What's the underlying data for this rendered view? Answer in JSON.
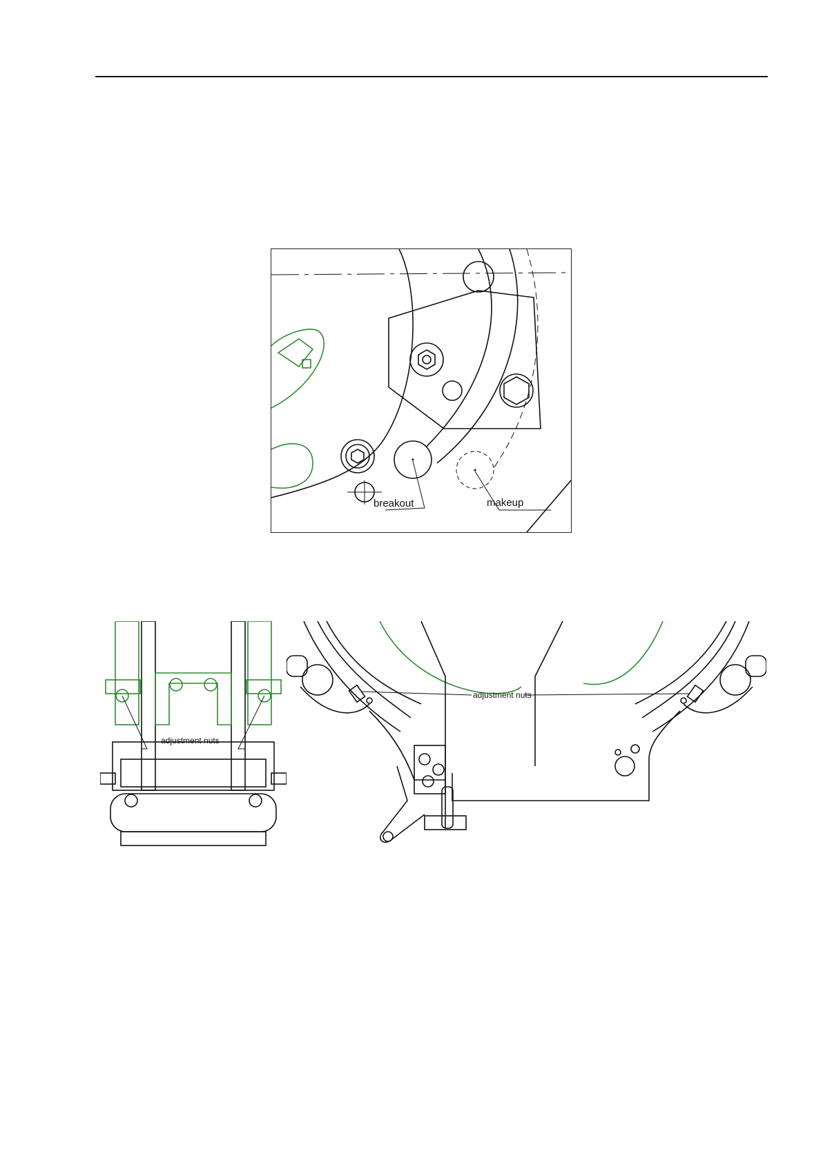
{
  "figures": {
    "top": {
      "labels": {
        "breakout": "breakout",
        "makeup": "makeup"
      }
    },
    "left": {
      "labels": {
        "nuts": "adjustment nuts"
      }
    },
    "right": {
      "labels": {
        "nuts": "adjustment nuts"
      }
    }
  },
  "colors": {
    "line": "#111111",
    "green": "#2e8b2e",
    "background": "#ffffff"
  }
}
